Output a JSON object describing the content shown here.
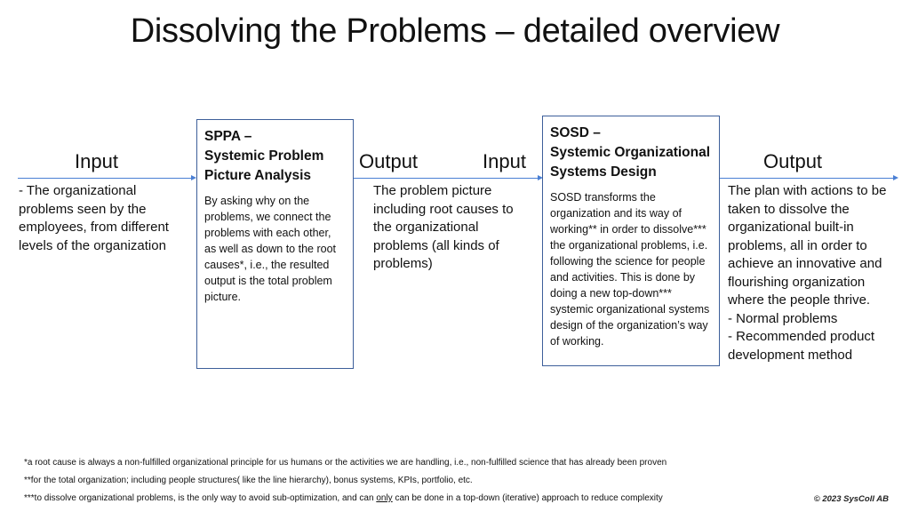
{
  "title": "Dissolving the Problems – detailed overview",
  "colors": {
    "arrow": "#4a7fd4",
    "box_border": "#3d5f9a"
  },
  "input_section": {
    "label": "Input",
    "description": "- The organizational problems seen by the employees, from different levels of the organization"
  },
  "sppa": {
    "title_line1": "SPPA –",
    "title_line2": "Systemic Problem",
    "title_line3": "Picture Analysis",
    "body": "By asking why on the problems, we connect the problems with each other, as well as down to the root causes*, i.e., the resulted output is the total problem picture."
  },
  "middle_section": {
    "output_label": "Output",
    "input_label": "Input",
    "description": "The problem picture including root causes to the organizational problems (all kinds of problems)"
  },
  "sosd": {
    "title_line1": "SOSD –",
    "title_line2": "Systemic Organizational",
    "title_line3": "Systems Design",
    "body": "SOSD transforms the organization and its way of working** in order to dissolve*** the organizational problems, i.e. following the science for people and activities. This is done by doing a new top-down*** systemic organizational systems design of the organization’s way of working."
  },
  "output_section": {
    "label": "Output",
    "description": "The plan with actions to be taken to dissolve the organizational built-in problems, all in order to achieve an innovative and flourishing organization where the people thrive.",
    "bullets": [
      "- Normal problems",
      "- Recommended product development method"
    ]
  },
  "footnotes": {
    "note1": "*a root cause is always a non-fulfilled organizational principle for us humans or the activities we are handling, i.e., non-fulfilled science that has already been proven",
    "note2": "**for the total organization; including people structures( like the line hierarchy), bonus systems, KPIs, portfolio, etc.",
    "note3_before": "***to dissolve organizational problems, is the only way to avoid sub-optimization, and can ",
    "note3_underlined": "only",
    "note3_after": " can be done in a top-down (iterative) approach to reduce complexity"
  },
  "copyright": "© 2023 SysColl AB"
}
